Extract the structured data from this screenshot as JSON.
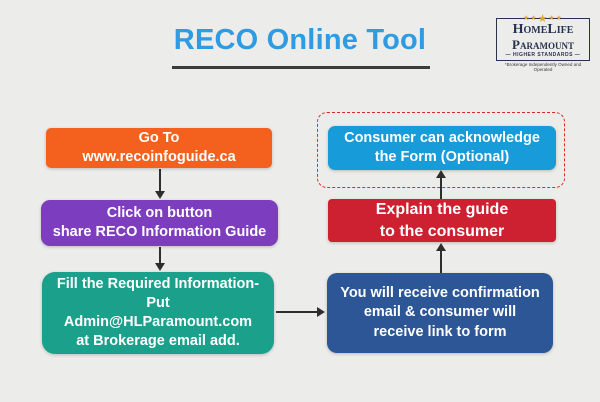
{
  "page": {
    "title": "RECO Online Tool",
    "background_color": "#ECEDEB",
    "title_color": "#2E9BE2",
    "title_underline_color": "#3C3C3C"
  },
  "logo": {
    "stars_left": "★★",
    "star_mid": "★",
    "stars_right": "★★",
    "star_color": "#E0A826",
    "name_line1": "HomeLife",
    "name_line2": "Paramount",
    "tagline": "— HIGHER STANDARDS —",
    "subtext": "*Brokerage Independently Owned and Operated",
    "text_color": "#28324F"
  },
  "flow": {
    "arrow_color": "#2E2E2E",
    "optional_outline_color": "#DB2B28",
    "steps": [
      {
        "id": "go-to-site",
        "color": "#F4601D",
        "lines": [
          "Go To",
          "www.recoinfoguide.ca"
        ]
      },
      {
        "id": "click-share-button",
        "color": "#7C3EBE",
        "lines": [
          "Click on button",
          "share RECO Information Guide"
        ]
      },
      {
        "id": "fill-required-information",
        "color": "#1BA18B",
        "lines": [
          "Fill the Required Information-",
          "Put",
          "Admin@HLParamount.com",
          "at Brokerage email add."
        ]
      },
      {
        "id": "receive-confirmation",
        "color": "#2D5697",
        "lines": [
          "You will receive confirmation",
          "email & consumer will",
          "receive link to form"
        ]
      },
      {
        "id": "explain-guide",
        "color": "#CD2030",
        "lines": [
          "Explain the guide",
          "to the consumer"
        ]
      },
      {
        "id": "consumer-acknowledge",
        "color": "#189BD9",
        "lines": [
          "Consumer can acknowledge",
          "the Form (Optional)"
        ]
      }
    ]
  }
}
